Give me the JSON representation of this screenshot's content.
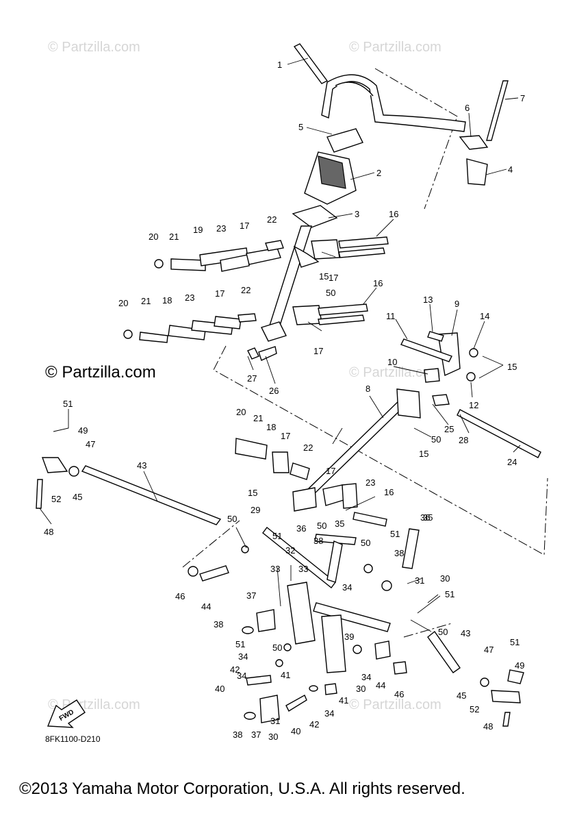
{
  "watermark": "© Partzilla.com",
  "watermark_faint": "© Partzilla.com",
  "diagram_code": "8FK1100-D210",
  "fwd_label": "FWD",
  "copyright": "©2013 Yamaha Motor Corporation, U.S.A. All rights reserved.",
  "callouts": [
    "1",
    "2",
    "3",
    "4",
    "5",
    "6",
    "7",
    "8",
    "9",
    "10",
    "11",
    "12",
    "13",
    "14",
    "15",
    "16",
    "17",
    "18",
    "19",
    "20",
    "21",
    "22",
    "23",
    "24",
    "25",
    "26",
    "27",
    "28",
    "29",
    "30",
    "31",
    "32",
    "33",
    "34",
    "35",
    "36",
    "37",
    "38",
    "39",
    "40",
    "41",
    "42",
    "43",
    "44",
    "45",
    "46",
    "47",
    "48",
    "49",
    "50",
    "51",
    "52"
  ]
}
